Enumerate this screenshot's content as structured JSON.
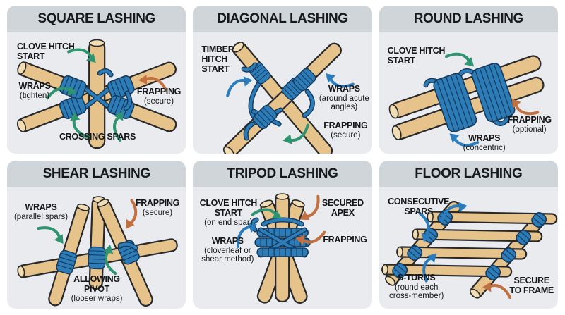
{
  "colors": {
    "green": "#2f9570",
    "orange": "#c2703f",
    "blue": "#2b7cbd",
    "rope": "#2c7cb8",
    "rope_outline": "#16395c",
    "wood": "#e7c38c",
    "wood_outline": "#26282c",
    "panel_header": "#d0d5da",
    "panel_body": "#e9ebee",
    "title_text": "#17191c",
    "label_text": "#141618"
  },
  "panels": [
    {
      "title": "SQUARE LASHING",
      "labels": [
        {
          "text": "CLOVE HITCH\nSTART",
          "sub": "",
          "arrow": "green"
        },
        {
          "text": "WRAPS",
          "sub": "(tighten)",
          "arrow": "green"
        },
        {
          "text": "FRAPPING",
          "sub": "(secure)",
          "arrow": "orange"
        },
        {
          "text": "CROSSING SPARS",
          "sub": "",
          "arrow": "green"
        }
      ]
    },
    {
      "title": "DIAGONAL LASHING",
      "labels": [
        {
          "text": "TIMBER\nHITCH\nSTART",
          "sub": "",
          "arrow": "blue"
        },
        {
          "text": "WRAPS",
          "sub": "(around acute\nangles)",
          "arrow": "blue"
        },
        {
          "text": "FRAPPING",
          "sub": "(secure)",
          "arrow": "green"
        }
      ]
    },
    {
      "title": "ROUND LASHING",
      "labels": [
        {
          "text": "CLOVE HITCH\nSTART",
          "sub": "",
          "arrow": "green"
        },
        {
          "text": "FRAPPING",
          "sub": "(optional)",
          "arrow": "orange"
        },
        {
          "text": "WRAPS",
          "sub": "(concentric)",
          "arrow": "blue"
        }
      ]
    },
    {
      "title": "SHEAR LASHING",
      "labels": [
        {
          "text": "WRAPS",
          "sub": "(parallel spars)",
          "arrow": "green"
        },
        {
          "text": "FRAPPING",
          "sub": "(secure)",
          "arrow": "orange"
        },
        {
          "text": "ALLOWING\nPIVOT",
          "sub": "(looser wraps)",
          "arrow": "green"
        }
      ]
    },
    {
      "title": "TRIPOD LASHING",
      "labels": [
        {
          "text": "CLOVE HITCH\nSTART",
          "sub": "(on end spar)",
          "arrow": "green"
        },
        {
          "text": "SECURED\nAPEX",
          "sub": "",
          "arrow": "orange"
        },
        {
          "text": "WRAPS",
          "sub": "(cloverleaf or\nshear method)",
          "arrow": "blue"
        },
        {
          "text": "FRAPPING",
          "sub": "",
          "arrow": "orange"
        }
      ]
    },
    {
      "title": "FLOOR LASHING",
      "labels": [
        {
          "text": "CONSECUTIVE\nSPARS",
          "sub": "",
          "arrow": "blue"
        },
        {
          "text": "S-TURNS",
          "sub": "(round each\ncross-member)",
          "arrow": "blue"
        },
        {
          "text": "SECURE\nTO FRAME",
          "sub": "",
          "arrow": "orange"
        }
      ]
    }
  ]
}
